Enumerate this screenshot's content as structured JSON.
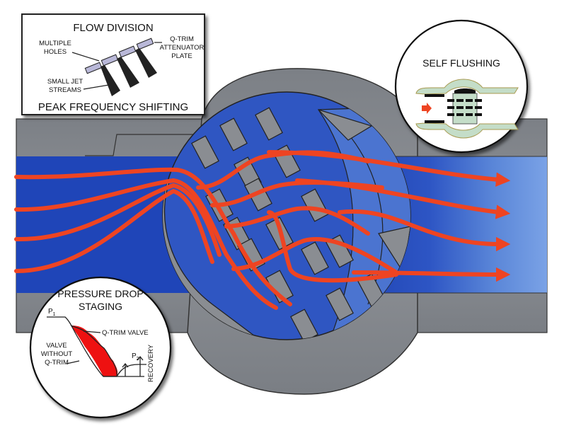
{
  "diagram": {
    "subject": "Q-Trim valve cross-section with flow paths",
    "colors": {
      "body_gray": "#8a8d92",
      "body_gray_dark": "#6f7378",
      "flow_blue_dark": "#1f45b8",
      "flow_blue_light": "#6f98e0",
      "trim_blue": "#3b62c8",
      "stream_red": "#ee4422",
      "callout_fill": "#ffffff",
      "outline": "#222222",
      "recovery_red": "#ee1111",
      "mini_trim": "#c4ddc8"
    },
    "flow_streams": {
      "inlet_count": 4,
      "outlet_count": 4
    }
  },
  "callouts": {
    "flow_division": {
      "title": "FLOW DIVISION",
      "labels": {
        "holes_line1": "MULTIPLE",
        "holes_line2": "HOLES",
        "plate_line1": "Q-TRIM",
        "plate_line2": "ATTENUATOR",
        "plate_line3": "PLATE",
        "jets_line1": "SMALL JET",
        "jets_line2": "STREAMS"
      },
      "footer": "PEAK FREQUENCY SHIFTING"
    },
    "self_flushing": {
      "title": "SELF FLUSHING"
    },
    "pressure_drop": {
      "title_line1": "PRESSURE DROP",
      "title_line2": "STAGING",
      "p1": "P",
      "p1_sub": "1",
      "p2": "P",
      "p2_sub": "2",
      "qtrim_label": "Q-TRIM VALVE",
      "without_line1": "VALVE",
      "without_line2": "WITHOUT",
      "without_line3": "Q-TRIM",
      "recovery": "RECOVERY"
    }
  }
}
